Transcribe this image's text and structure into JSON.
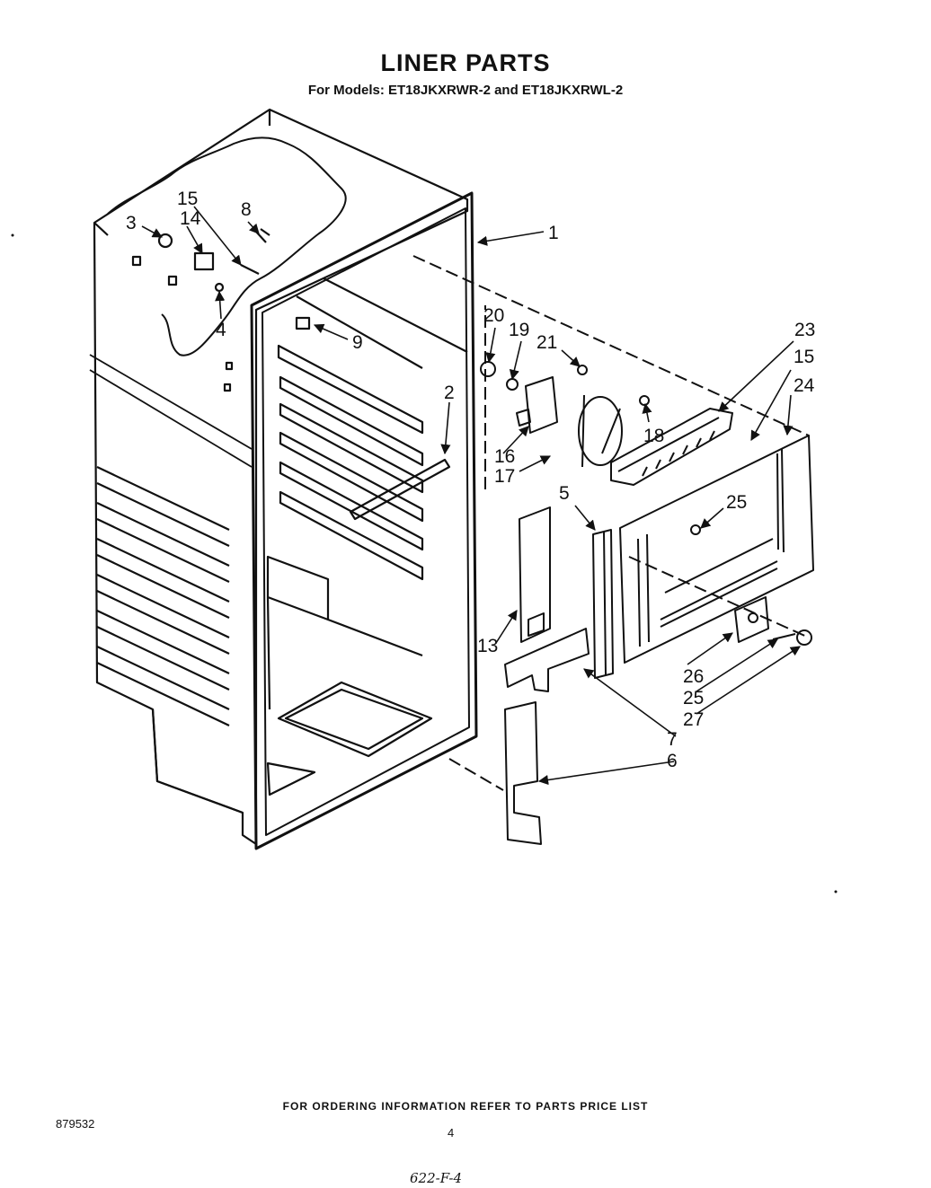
{
  "header": {
    "title": "LINER PARTS",
    "subtitle": "For Models: ET18JKXRWR-2 and ET18JKXRWL-2"
  },
  "callouts": [
    {
      "id": "c1",
      "label": "1"
    },
    {
      "id": "c2",
      "label": "2"
    },
    {
      "id": "c3",
      "label": "3"
    },
    {
      "id": "c4",
      "label": "4"
    },
    {
      "id": "c5",
      "label": "5"
    },
    {
      "id": "c6",
      "label": "6"
    },
    {
      "id": "c7",
      "label": "7"
    },
    {
      "id": "c8",
      "label": "8"
    },
    {
      "id": "c9",
      "label": "9"
    },
    {
      "id": "c13",
      "label": "13"
    },
    {
      "id": "c14",
      "label": "14"
    },
    {
      "id": "c15a",
      "label": "15"
    },
    {
      "id": "c15b",
      "label": "15"
    },
    {
      "id": "c16",
      "label": "16"
    },
    {
      "id": "c17",
      "label": "17"
    },
    {
      "id": "c18",
      "label": "18"
    },
    {
      "id": "c19",
      "label": "19"
    },
    {
      "id": "c20",
      "label": "20"
    },
    {
      "id": "c21",
      "label": "21"
    },
    {
      "id": "c23",
      "label": "23"
    },
    {
      "id": "c24",
      "label": "24"
    },
    {
      "id": "c25a",
      "label": "25"
    },
    {
      "id": "c25b",
      "label": "25"
    },
    {
      "id": "c26",
      "label": "26"
    },
    {
      "id": "c27",
      "label": "27"
    }
  ],
  "footer": {
    "ordering_note": "FOR ORDERING INFORMATION REFER TO PARTS PRICE LIST",
    "doc_number": "879532",
    "page_number": "4",
    "handwritten_code": "622-F-4"
  }
}
